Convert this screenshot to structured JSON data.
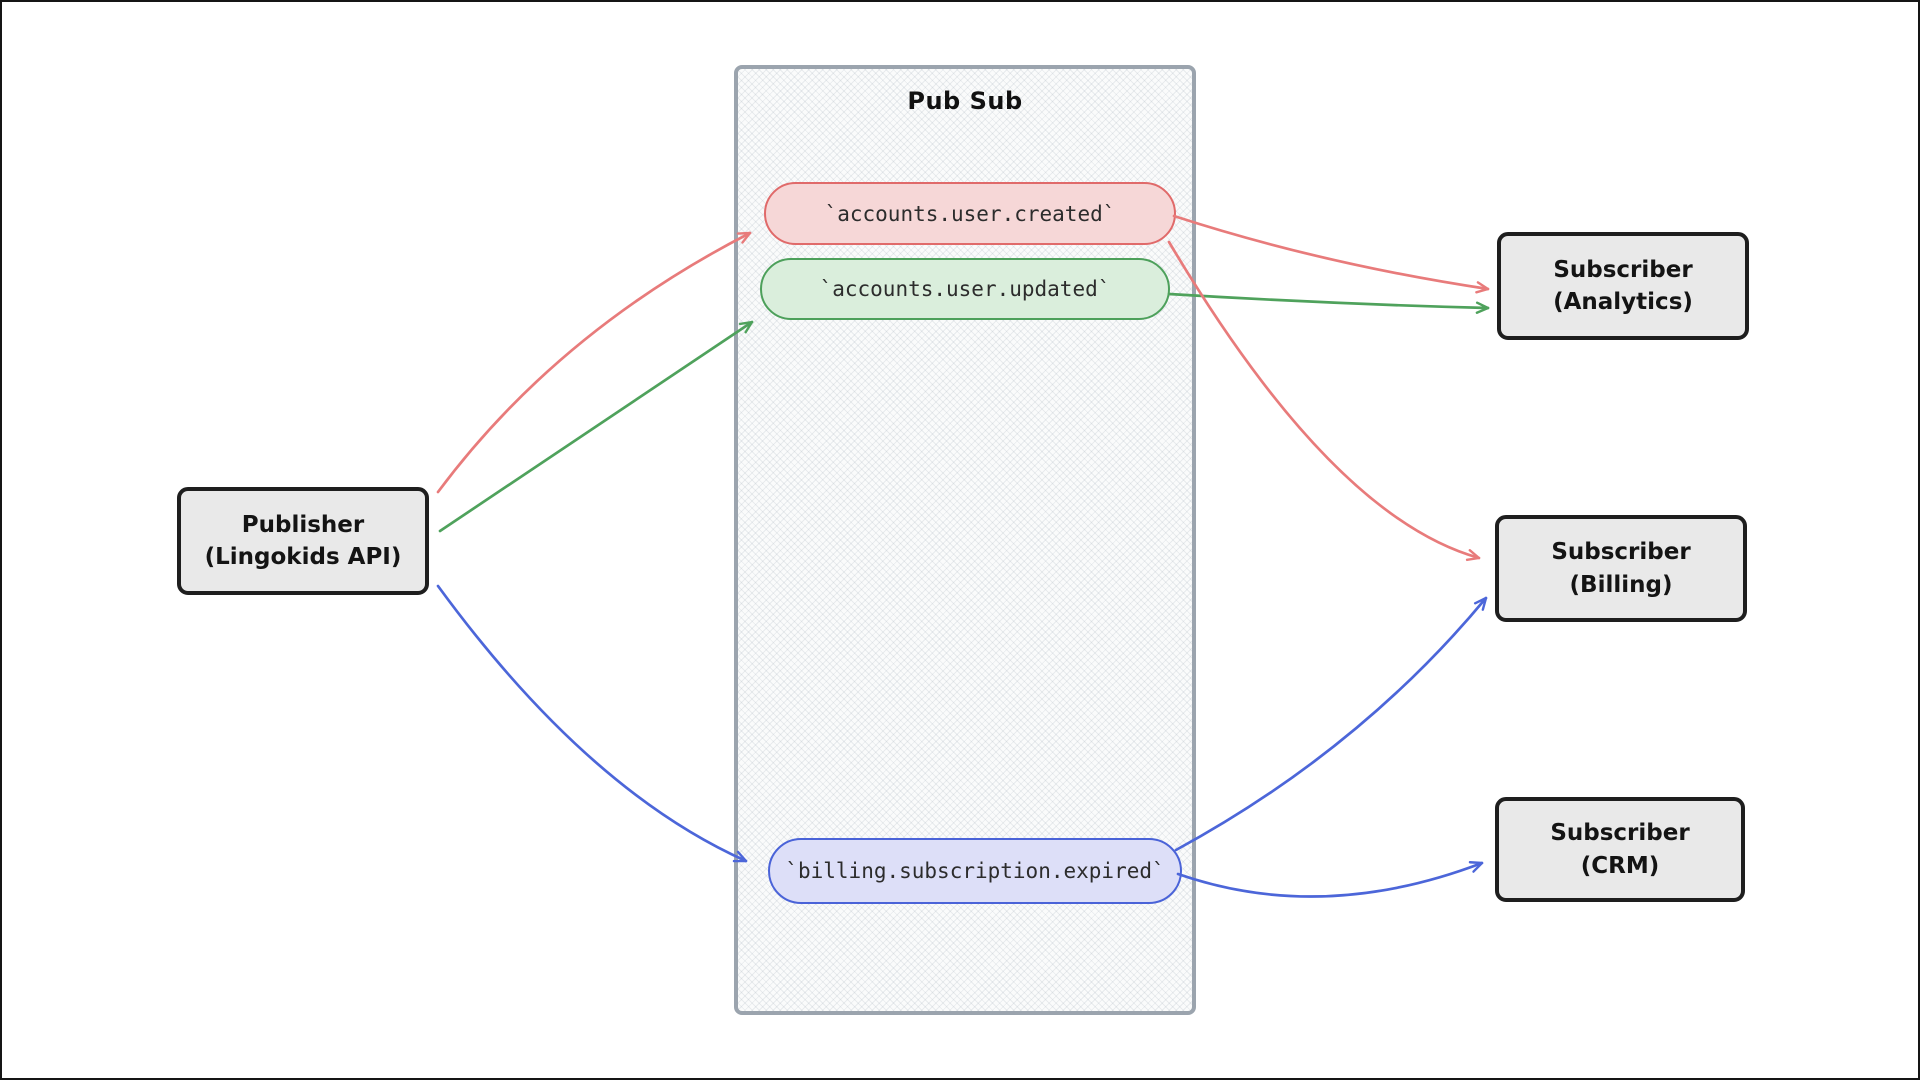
{
  "diagram": {
    "title": "Pub Sub",
    "publisher": {
      "line1": "Publisher",
      "line2": "(Lingokids API)"
    },
    "topics": [
      {
        "label": "`accounts.user.created`",
        "stroke": "#e06a6a",
        "fill": "#f6d7d7"
      },
      {
        "label": "`accounts.user.updated`",
        "stroke": "#4da05b",
        "fill": "#daeedc"
      },
      {
        "label": "`billing.subscription.expired`",
        "stroke": "#4a63d8",
        "fill": "#dddff8"
      }
    ],
    "subscribers": [
      {
        "line1": "Subscriber",
        "line2": "(Analytics)"
      },
      {
        "line1": "Subscriber",
        "line2": "(Billing)"
      },
      {
        "line1": "Subscriber",
        "line2": "(CRM)"
      }
    ],
    "arrow_colors": {
      "red": "#e87b7b",
      "green": "#4fa25c",
      "blue": "#4c66d9"
    },
    "edges": [
      {
        "from": "Publisher (Lingokids API)",
        "to": "`accounts.user.created`",
        "color": "red"
      },
      {
        "from": "Publisher (Lingokids API)",
        "to": "`accounts.user.updated`",
        "color": "green"
      },
      {
        "from": "Publisher (Lingokids API)",
        "to": "`billing.subscription.expired`",
        "color": "blue"
      },
      {
        "from": "`accounts.user.created`",
        "to": "Subscriber (Analytics)",
        "color": "red"
      },
      {
        "from": "`accounts.user.updated`",
        "to": "Subscriber (Analytics)",
        "color": "green"
      },
      {
        "from": "`accounts.user.created`",
        "to": "Subscriber (Billing)",
        "color": "red"
      },
      {
        "from": "`billing.subscription.expired`",
        "to": "Subscriber (Billing)",
        "color": "blue"
      },
      {
        "from": "`billing.subscription.expired`",
        "to": "Subscriber (CRM)",
        "color": "blue"
      }
    ],
    "colors": {
      "box_fill": "#e9e9e9",
      "box_border": "#1e1e1e",
      "container_border": "#9ba4ae",
      "container_fill": "#fafbfb"
    }
  }
}
